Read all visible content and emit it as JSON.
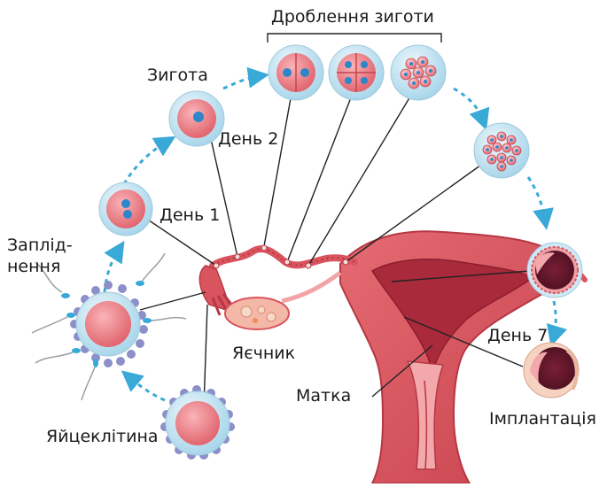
{
  "labels": {
    "cleavage": "Дроблення зиготи",
    "zygote": "Зигота",
    "day2": "День 2",
    "day1": "День 1",
    "fertilization_line1": "Заплід-",
    "fertilization_line2": "нення",
    "ovary": "Яєчник",
    "uterus": "Матка",
    "day7": "День 7",
    "implantation": "Імплантація",
    "egg": "Яйцеклітина"
  },
  "colors": {
    "tissue": "#d9545e",
    "tissue_dark": "#b53844",
    "tissue_light": "#f4b1b3",
    "cell_outer": "#cfe9f4",
    "cell_inner": "#f07f86",
    "nucleus": "#2d86c9",
    "arrow": "#39a9d8",
    "corona": "#8c8fc8",
    "line": "#222222"
  }
}
